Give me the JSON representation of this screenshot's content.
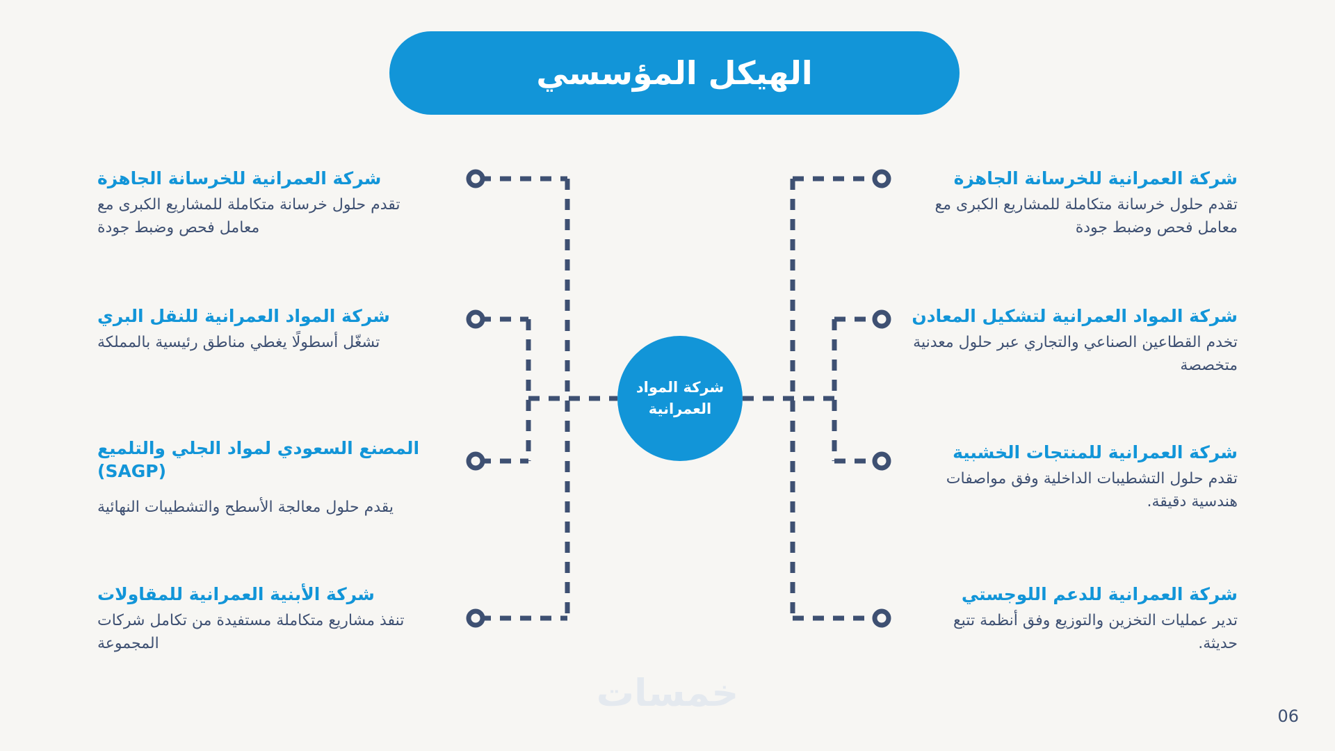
{
  "slide": {
    "title": "الهيكل المؤسسي",
    "page_number": "06",
    "watermark": "خمسات",
    "colors": {
      "background": "#f7f6f3",
      "brand_blue": "#1295d8",
      "navy": "#3e5072",
      "body_text": "#3e5072",
      "title_text": "#ffffff",
      "watermark": "#e4e9ef"
    }
  },
  "center": {
    "line1": "شركة المواد",
    "line2": "العمرانية"
  },
  "left_column": [
    {
      "title": "شركة العمرانية للخرسانة الجاهزة",
      "body": "تقدم حلول خرسانة متكاملة للمشاريع الكبرى مع معامل فحص وضبط جودة"
    },
    {
      "title": "شركة المواد العمرانية للنقل البري",
      "body": "تشغّل أسطولًا يغطي مناطق رئيسية بالمملكة"
    },
    {
      "title": "المصنع السعودي لمواد الجلي والتلميع (SAGP)",
      "body": "يقدم حلول معالجة الأسطح والتشطيبات النهائية"
    },
    {
      "title": "شركة الأبنية العمرانية للمقاولات",
      "body": "تنفذ مشاريع متكاملة مستفيدة من تكامل شركات المجموعة"
    }
  ],
  "right_column": [
    {
      "title": "شركة العمرانية للخرسانة الجاهزة",
      "body": "تقدم حلول خرسانة متكاملة للمشاريع الكبرى مع معامل فحص وضبط جودة"
    },
    {
      "title": "شركة المواد العمرانية لتشكيل المعادن",
      "body": "تخدم القطاعين الصناعي والتجاري عبر حلول معدنية متخصصة"
    },
    {
      "title": "شركة العمرانية للمنتجات الخشبية",
      "body": "تقدم حلول التشطيبات الداخلية وفق مواصفات هندسية دقيقة."
    },
    {
      "title": "شركة العمرانية للدعم اللوجستي",
      "body": "تدير عمليات التخزين والتوزيع وفق أنظمة تتبع حديثة."
    }
  ]
}
